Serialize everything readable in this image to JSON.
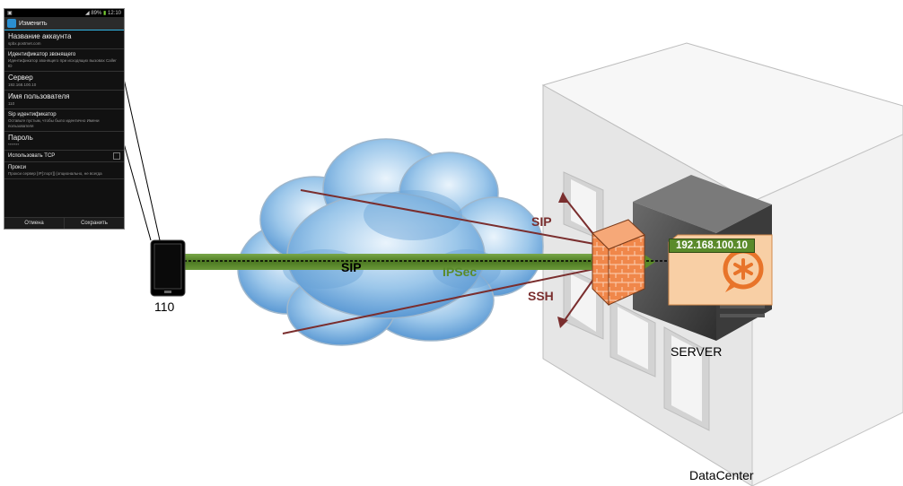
{
  "phone": {
    "status": {
      "battery": "89%",
      "time": "12:10"
    },
    "action_title": "Изменить",
    "settings": [
      {
        "title": "Название аккаунта",
        "sub": "spbx.postmet.com"
      },
      {
        "title": "Идентификатор звонящего",
        "sub": "Идентификатор звонящего при исходящих вызовах Caller ID"
      },
      {
        "title": "Сервер",
        "sub": "192.168.100.10"
      },
      {
        "title": "Имя пользователя",
        "sub": "110"
      },
      {
        "title": "Sip идентификатор",
        "sub": "Оставьте пустым, чтобы было идентично Имени пользователя"
      },
      {
        "title": "Пароль",
        "sub": "*******"
      },
      {
        "title": "Использовать TCP",
        "sub": ""
      },
      {
        "title": "Прокси",
        "sub": "Прокси сервер [IP[:порт]] (опционально, не всегда"
      }
    ],
    "buttons": {
      "cancel": "Отмена",
      "save": "Сохранить"
    }
  },
  "diagram": {
    "extension": "110",
    "tunnel_sip": "SIP",
    "tunnel_ipsec": "IPSec",
    "firewall_sip": "SIP",
    "firewall_ssh": "SSH",
    "server_ip": "192.168.100.10",
    "server_label": "SERVER",
    "datacenter_label": "DataCenter"
  },
  "colors": {
    "tunnel": "#5a8a2a",
    "attack": "#7a2e2e",
    "firewall": "#f0874a",
    "server_folder": "#f8cfa5",
    "ip_badge": "#5a8a2a"
  }
}
